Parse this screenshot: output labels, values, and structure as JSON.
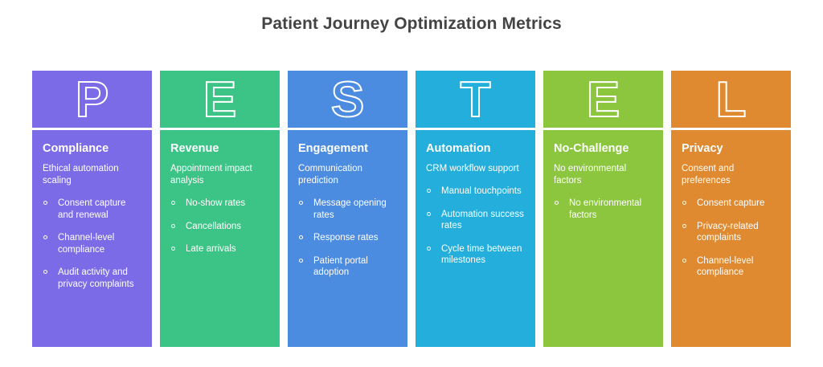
{
  "header": {
    "title": "Patient Journey Optimization Metrics",
    "title_color": "#444444"
  },
  "layout": {
    "type": "pestle-column-infographic",
    "background": "#ffffff",
    "column_count": 6
  },
  "columns": [
    {
      "letter": "P",
      "letter_icon": "letter-p-outline-icon",
      "color": "#7C6BE6",
      "title": "Compliance",
      "subtitle": "Ethical automation scaling",
      "bullets": [
        "Consent capture and renewal",
        "Channel-level compliance",
        "Audit activity and privacy complaints"
      ]
    },
    {
      "letter": "E",
      "letter_icon": "letter-e-outline-icon",
      "color": "#3CC486",
      "title": "Revenue",
      "subtitle": "Appointment impact analysis",
      "bullets": [
        "No-show rates",
        "Cancellations",
        "Late arrivals"
      ]
    },
    {
      "letter": "S",
      "letter_icon": "letter-s-outline-icon",
      "color": "#4C8CE0",
      "title": "Engagement",
      "subtitle": "Communication prediction",
      "bullets": [
        "Message opening rates",
        "Response rates",
        "Patient portal adoption"
      ]
    },
    {
      "letter": "T",
      "letter_icon": "letter-t-outline-icon",
      "color": "#23AEDB",
      "title": "Automation",
      "subtitle": "CRM workflow support",
      "bullets": [
        "Manual touchpoints",
        "Automation success rates",
        "Cycle time between milestones"
      ]
    },
    {
      "letter": "E",
      "letter_icon": "letter-e-outline-icon",
      "color": "#8CC63E",
      "title": "No-Challenge",
      "subtitle": "No environmental factors",
      "bullets": [
        "No environmental factors"
      ]
    },
    {
      "letter": "L",
      "letter_icon": "letter-l-outline-icon",
      "color": "#DF8A31",
      "title": "Privacy",
      "subtitle": "Consent and preferences",
      "bullets": [
        "Consent capture",
        "Privacy-related complaints",
        "Channel-level compliance"
      ]
    }
  ]
}
